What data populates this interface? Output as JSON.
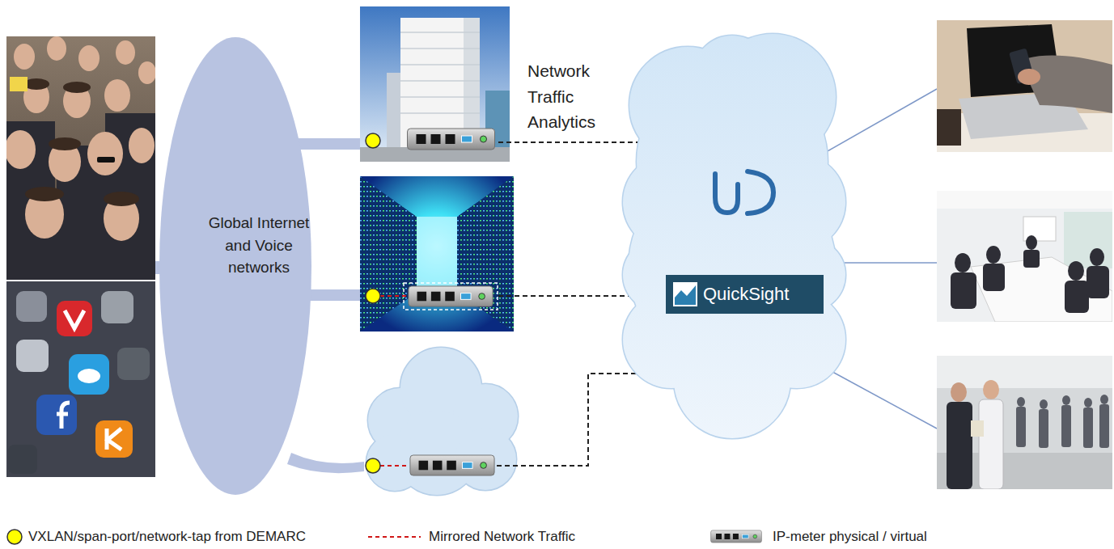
{
  "diagram": {
    "nodes": [
      {
        "text": [
          "Global Internet and Voice networks"
        ]
      },
      {
        "text": [
          "QuickSight"
        ]
      }
    ],
    "labels": [
      "Network Traffic Analytics"
    ],
    "legend": [
      {
        "text": "VXLAN/span-port/network-tap from DEMARC"
      },
      {
        "text": "Mirrored Network Traffic"
      },
      {
        "text": "IP-meter physical / virtual"
      }
    ]
  }
}
